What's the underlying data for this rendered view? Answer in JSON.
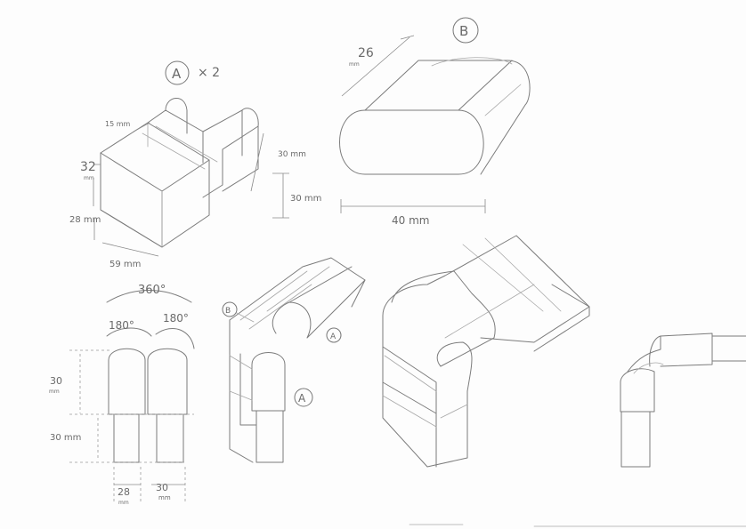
{
  "part_a": {
    "letter": "A",
    "qty": "× 2"
  },
  "part_b": {
    "letter": "B"
  },
  "dims_a": {
    "w15": "15 mm",
    "h30a": "30 mm",
    "h30b": "30 mm",
    "d32": "32",
    "d32_unit": "mm",
    "h28": "28 mm",
    "l59": "59 mm"
  },
  "dims_b": {
    "d26": "26",
    "d26_unit": "mm",
    "l40": "40 mm"
  },
  "rotation": {
    "total": "360°",
    "left": "180°",
    "right": "180°"
  },
  "front": {
    "h30_top": "30",
    "h30_top_unit": "mm",
    "h30_bot": "30 mm",
    "w28": "28",
    "w28_unit": "mm",
    "w30": "30",
    "w30_unit": "mm"
  },
  "assembly": {
    "b_tag": "B",
    "a_tag_top": "A",
    "a_tag_bot": "A"
  }
}
